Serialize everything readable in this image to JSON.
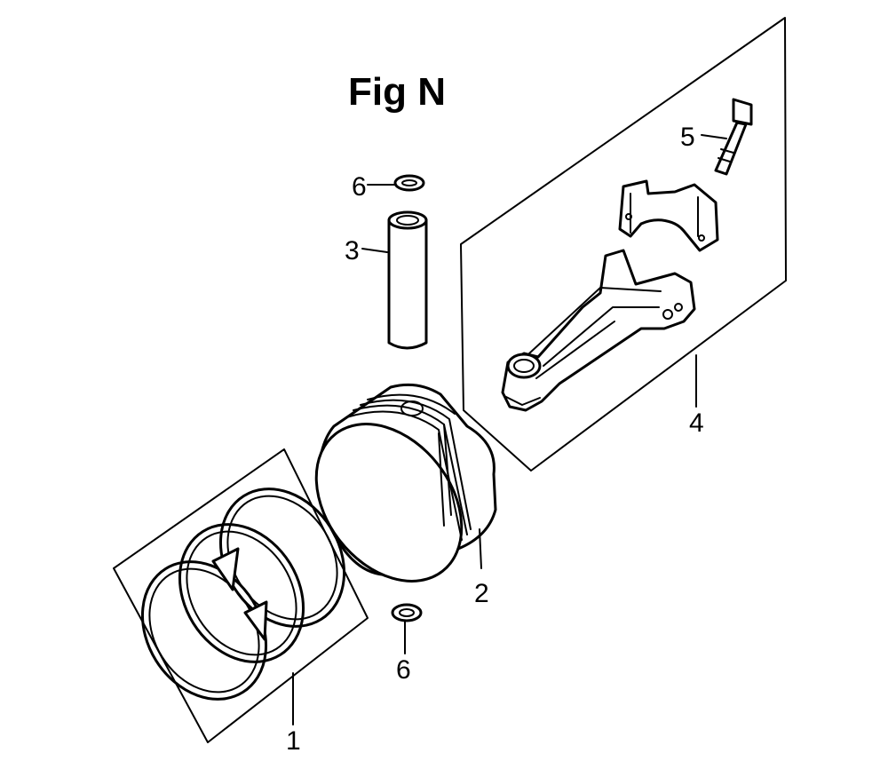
{
  "figure": {
    "title": "Fig N"
  },
  "callouts": {
    "ring_set": "1",
    "piston": "2",
    "piston_pin": "3",
    "connecting_rod_assembly": "4",
    "rod_bolt": "5",
    "pin_clip_top": "6",
    "pin_clip_bottom": "6"
  }
}
